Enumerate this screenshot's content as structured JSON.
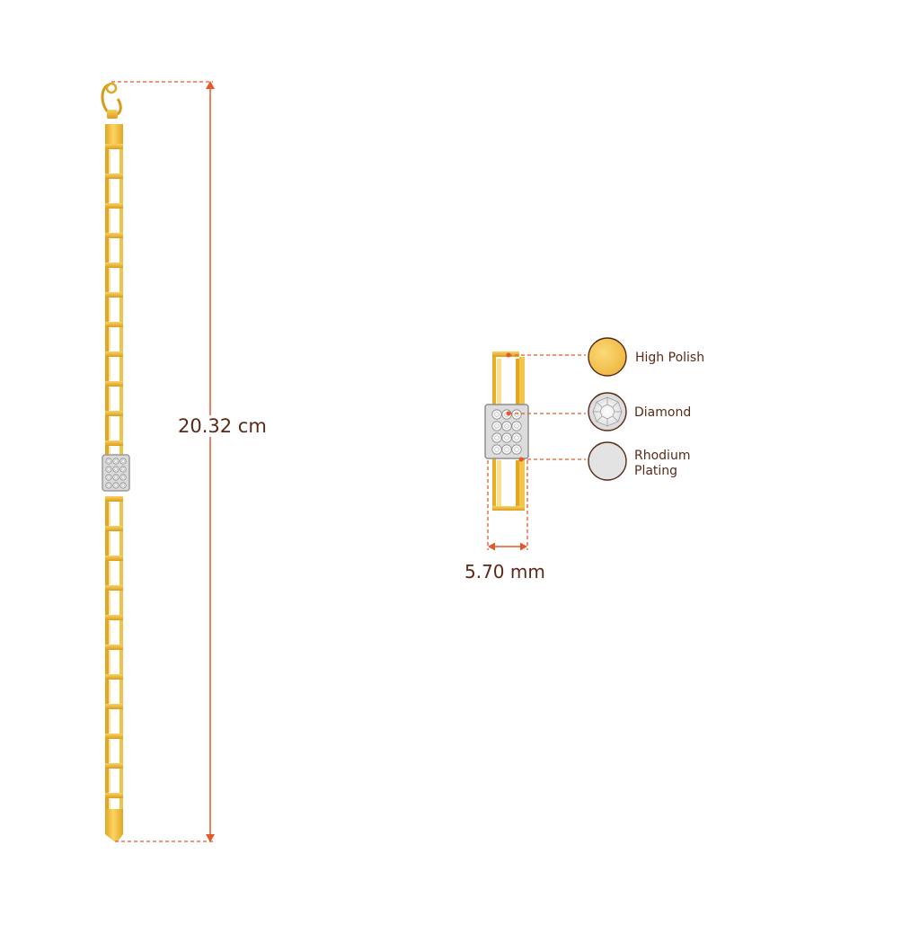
{
  "dimensions": {
    "length_label": "20.32 cm",
    "width_label": "5.70 mm"
  },
  "legend": [
    {
      "label": "High Polish",
      "swatch_color": "#f6c84f",
      "icon": "gold-swatch-icon"
    },
    {
      "label": "Diamond",
      "swatch_color": "#f4f4f4",
      "icon": "diamond-icon"
    },
    {
      "label": "Rhodium Plating",
      "swatch_color": "#e3e3e3",
      "icon": "rhodium-swatch-icon"
    }
  ],
  "colors": {
    "gold": "#f0be3c",
    "gold_dark": "#d99b18",
    "gold_light": "#fbe08c",
    "guide": "#e8572a",
    "label": "#5a2a18",
    "swatch_border": "#5a2a18"
  }
}
